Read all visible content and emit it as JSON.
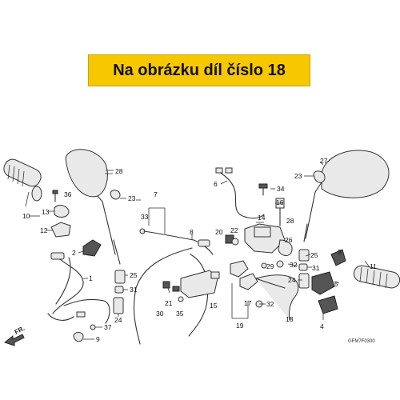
{
  "banner": {
    "text": "Na obrázku díl číslo 18",
    "color": "#f7c800"
  },
  "diagram": {
    "code": "GFM7F0300",
    "direction": "FR.",
    "labels": [
      "28",
      "27",
      "23",
      "23",
      "7",
      "8",
      "6",
      "34",
      "16",
      "14",
      "33",
      "36",
      "10",
      "13",
      "12",
      "2",
      "1",
      "9",
      "37",
      "25",
      "31",
      "24",
      "20",
      "22",
      "21",
      "30",
      "35",
      "15",
      "17",
      "19",
      "18",
      "29",
      "32",
      "26",
      "25",
      "31",
      "24",
      "3",
      "11",
      "5",
      "4",
      "28",
      "32"
    ]
  }
}
